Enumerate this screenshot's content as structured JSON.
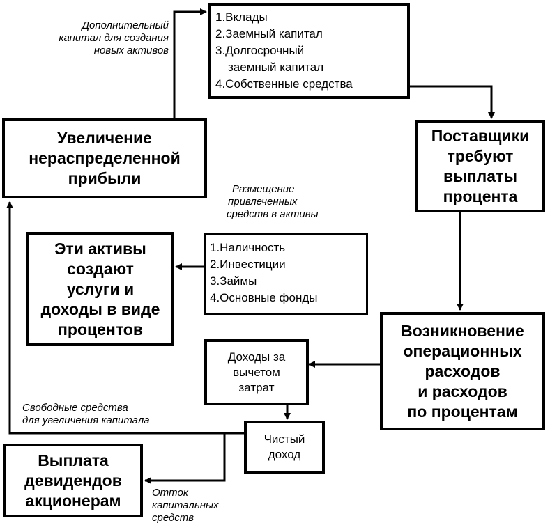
{
  "boxes": {
    "sources": {
      "items": [
        "1.Вклады",
        "2.Заемный капитал",
        "3.Долгосрочный",
        "заемный капитал",
        "4.Собственные средства"
      ]
    },
    "retained_earnings": {
      "lines": [
        "Увеличение",
        "нераспределенной",
        "прибыли"
      ]
    },
    "suppliers_interest": {
      "lines": [
        "Поставщики",
        "требуют",
        "выплаты",
        "процента"
      ]
    },
    "assets_income": {
      "lines": [
        "Эти активы",
        "создают",
        "услуги и",
        "доходы в виде",
        "процентов"
      ]
    },
    "asset_types": {
      "items": [
        "1.Наличность",
        "2.Инвестиции",
        "3.Займы",
        "4.Основные фонды"
      ]
    },
    "operating_expenses": {
      "lines": [
        "Возникновение",
        "операционных",
        "расходов",
        "и расходов",
        "по процентам"
      ]
    },
    "income_net_costs": {
      "lines": [
        "Доходы за",
        "вычетом",
        "затрат"
      ]
    },
    "net_income": {
      "lines": [
        "Чистый",
        "доход"
      ]
    },
    "dividends": {
      "lines": [
        "Выплата",
        "девидендов",
        "акционерам"
      ]
    }
  },
  "notes": {
    "additional_capital": [
      "Дополнительный",
      "капитал для создания",
      "новых активов"
    ],
    "placement": [
      "Размещение",
      "привлеченных",
      "средств в активы"
    ],
    "free_funds": [
      "Свободные средства",
      "для увеличения капитала"
    ],
    "capital_outflow": [
      "Отток",
      "капитальных",
      "средств"
    ]
  }
}
